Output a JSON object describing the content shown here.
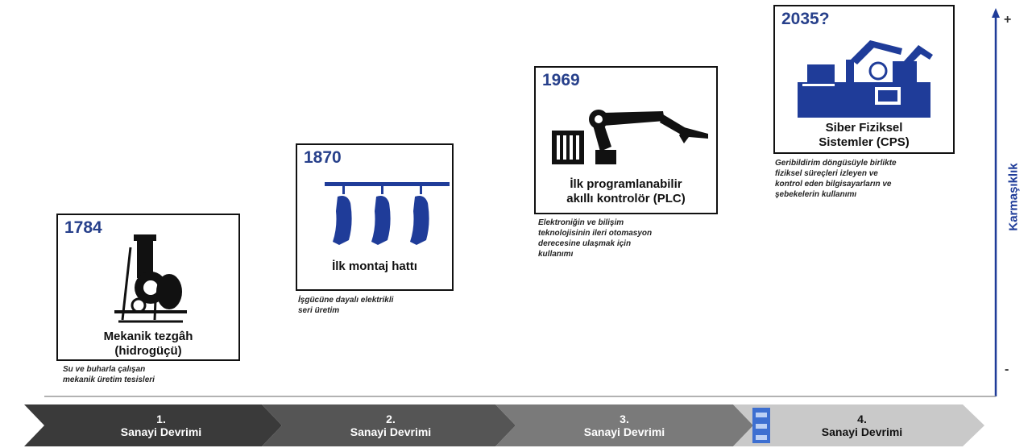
{
  "stages": [
    {
      "year": "1784",
      "title_l1": "Mekanik tezgâh",
      "title_l2": "(hidrogüçü)",
      "note_l1": "Su ve buharla çalışan",
      "note_l2": "mekanik üretim tesisleri",
      "note_l3": "",
      "note_l4": ""
    },
    {
      "year": "1870",
      "title_l1": "İlk montaj hattı",
      "title_l2": "",
      "note_l1": "İşgücüne dayalı elektrikli",
      "note_l2": "seri üretim",
      "note_l3": "",
      "note_l4": ""
    },
    {
      "year": "1969",
      "title_l1": "İlk programlanabilir",
      "title_l2": "akıllı kontrolör (PLC)",
      "note_l1": "Elektroniğin ve bilişim",
      "note_l2": "teknolojisinin ileri otomasyon",
      "note_l3": "derecesine ulaşmak için",
      "note_l4": "kullanımı"
    },
    {
      "year": "2035?",
      "title_l1": "Siber Fiziksel",
      "title_l2": "Sistemler (CPS)",
      "note_l1": "Geribildirim döngüsüyle birlikte",
      "note_l2": "fiziksel süreçleri izleyen ve",
      "note_l3": "kontrol eden bilgisayarların ve",
      "note_l4": "şebekelerin kullanımı"
    }
  ],
  "revolutions": [
    {
      "number": "1.",
      "label": "Sanayi Devrimi"
    },
    {
      "number": "2.",
      "label": "Sanayi Devrimi"
    },
    {
      "number": "3.",
      "label": "Sanayi Devrimi"
    },
    {
      "number": "4.",
      "label": "Sanayi Devrimi"
    }
  ],
  "axis": {
    "label": "Karmaşıklık",
    "plus": "+",
    "minus": "-"
  },
  "colors": {
    "accent": "#27408b",
    "arrow_dark": "#3a3a3a",
    "arrow_mid": "#666666",
    "arrow_light": "#c9c9c9"
  }
}
